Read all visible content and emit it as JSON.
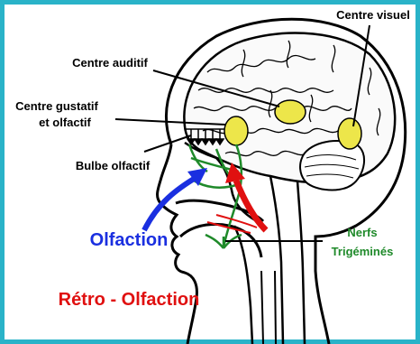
{
  "labels": {
    "centre_visuel": "Centre visuel",
    "centre_auditif": "Centre auditif",
    "centre_gustatif_line1": "Centre gustatif",
    "centre_gustatif_line2": "et olfactif",
    "bulbe_olfactif": "Bulbe olfactif",
    "olfaction": "Olfaction",
    "nerfs_line1": "Nerfs",
    "nerfs_line2": "Trigéminés",
    "retro_olfaction": "Rétro - Olfaction"
  },
  "colors": {
    "frame": "#2ab3c8",
    "brain_center_fill": "#ede64a",
    "olfaction_arrow": "#1a2fe0",
    "retro_arrow": "#e01010",
    "nerve_green": "#1f8a2a",
    "outline": "#000000"
  }
}
